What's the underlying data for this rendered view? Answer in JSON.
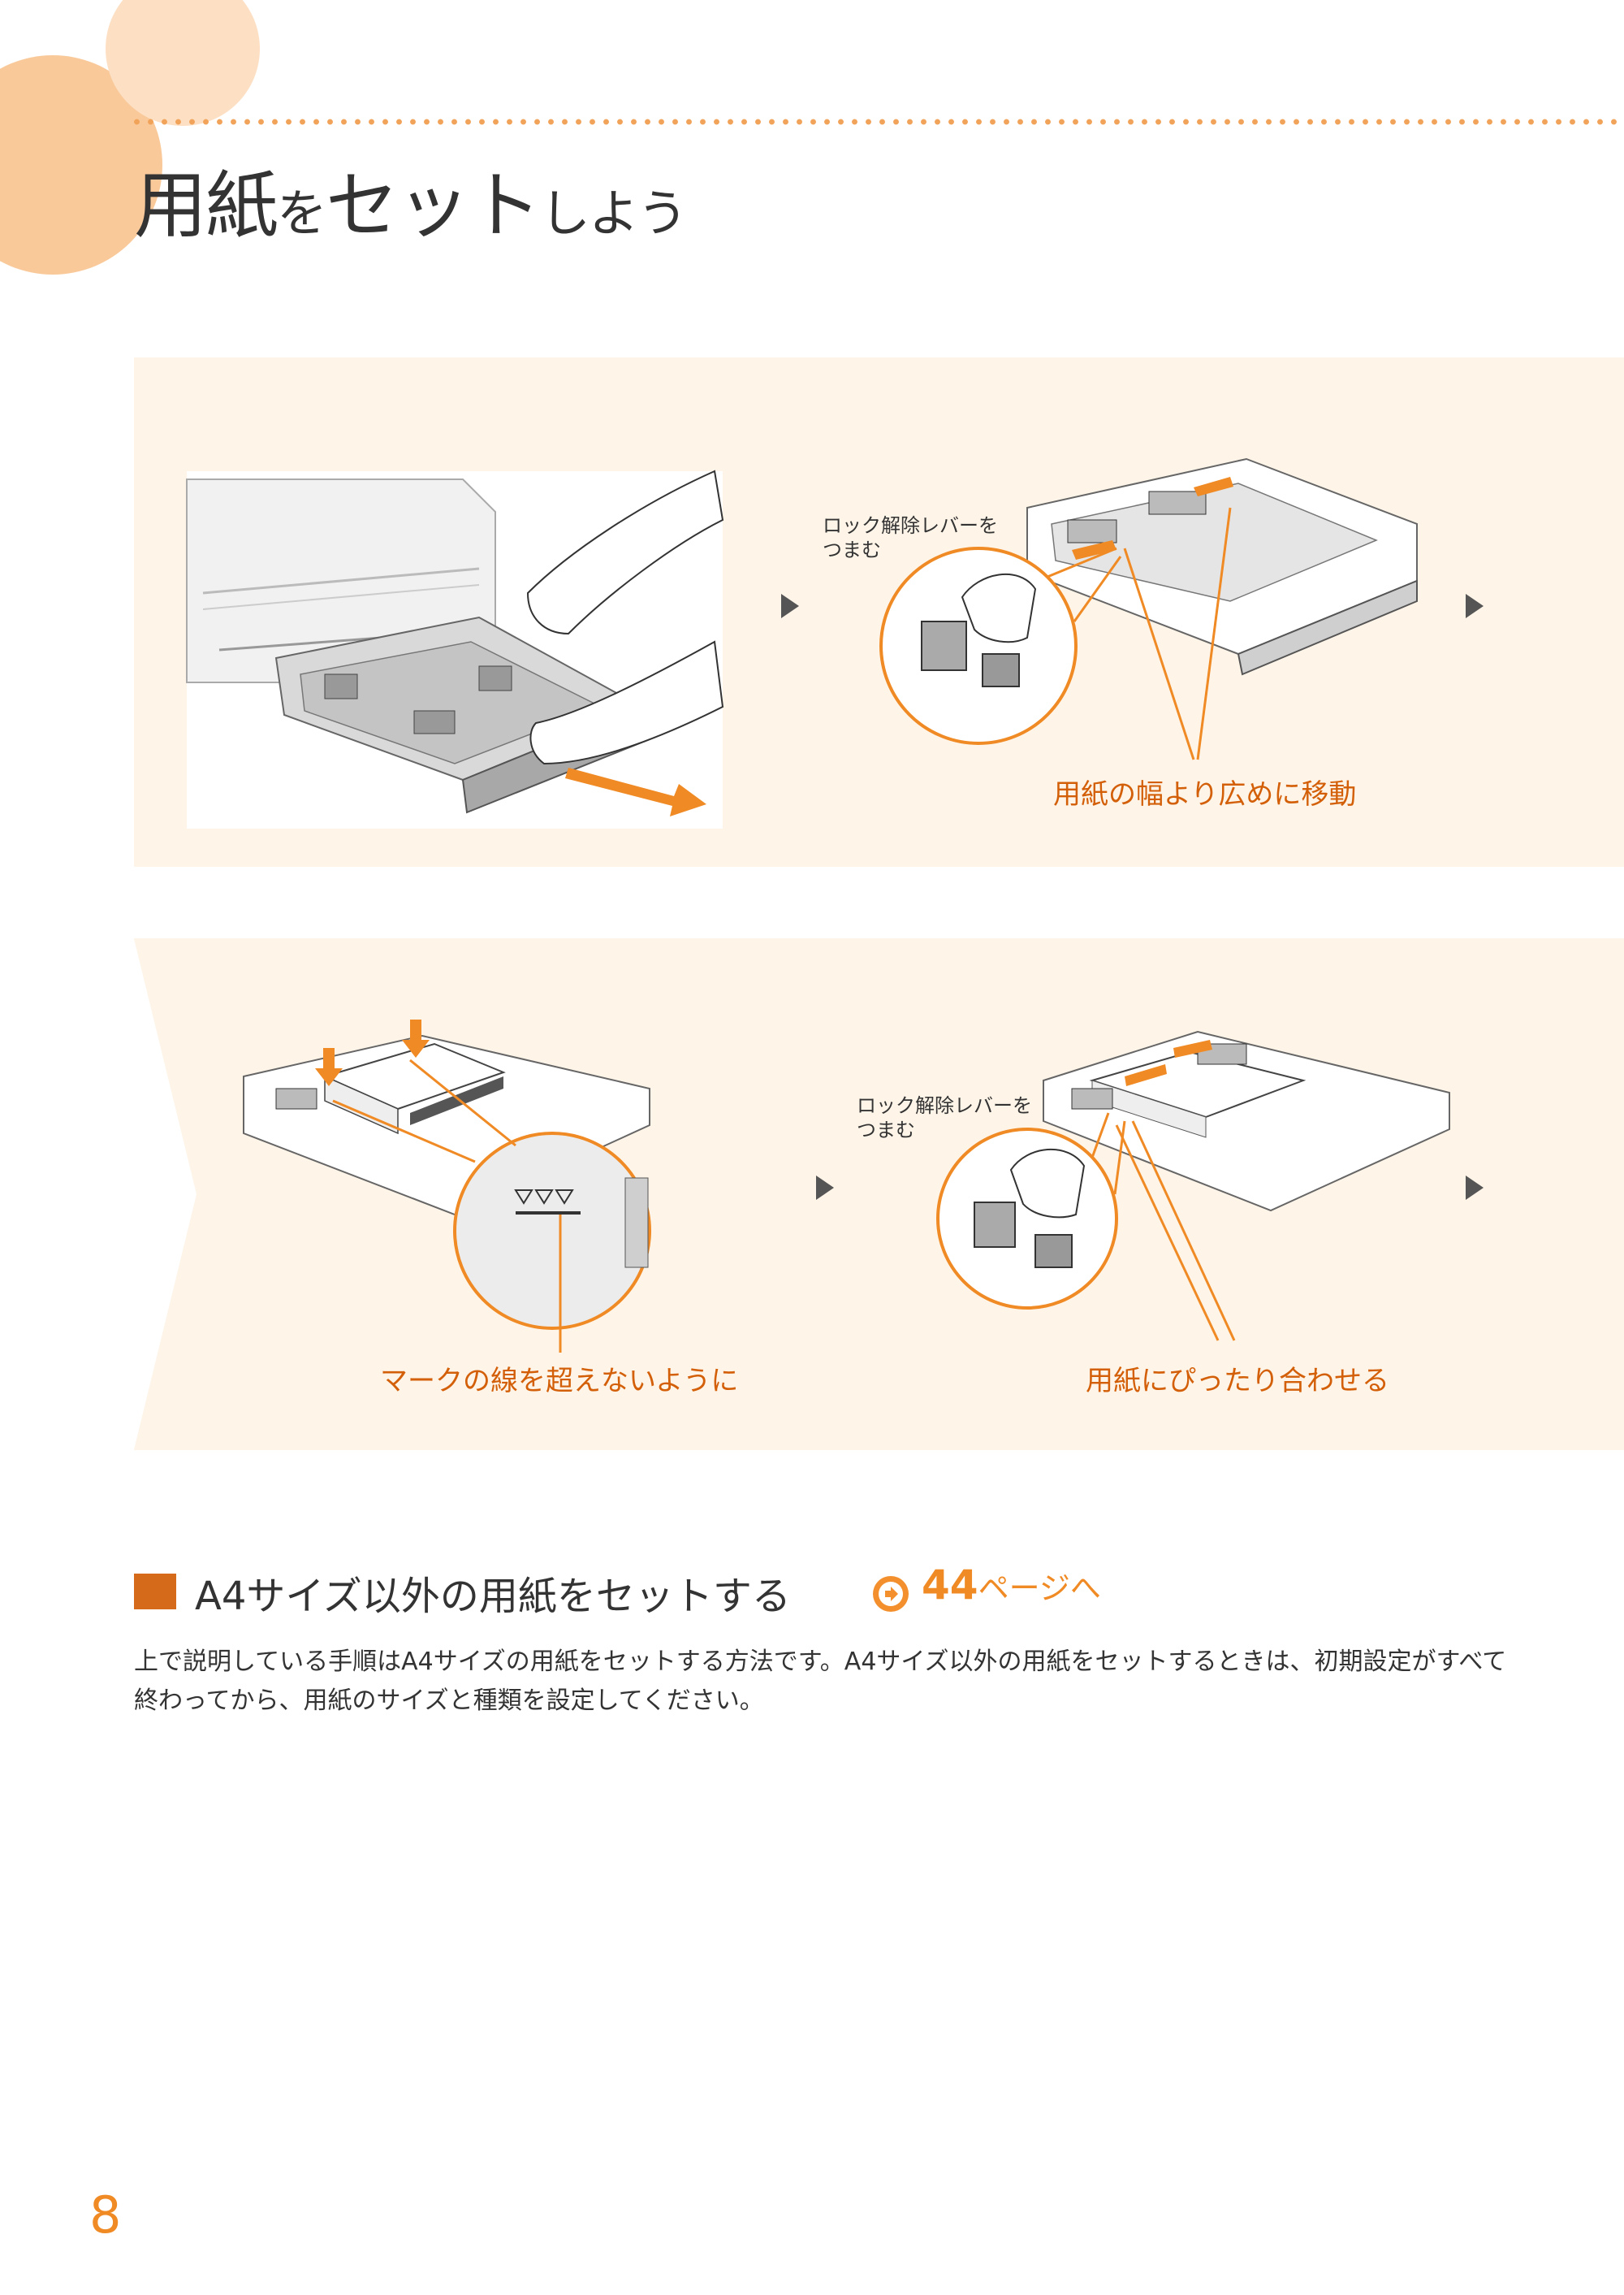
{
  "page": {
    "title_main_1": "用紙",
    "title_small_1": "を",
    "title_main_2": "セット",
    "title_small_2": "しよう",
    "page_number": "8"
  },
  "panel1": {
    "lever_label": "ロック解除レバーを\nつまむ",
    "move_caption": "用紙の幅より広めに移動"
  },
  "panel2": {
    "mark_caption": "マークの線を超えないように",
    "lever_label": "ロック解除レバーを\nつまむ",
    "fit_caption": "用紙にぴったり合わせる"
  },
  "section": {
    "title": "A4サイズ以外の用紙をセットする",
    "ref_page": "44",
    "ref_suffix": "ページへ",
    "body": "上で説明している手順はA4サイズの用紙をセットする方法です。A4サイズ以外の用紙をセットするときは、初期設定がすべて終わってから、用紙のサイズと種類を設定してください。"
  },
  "colors": {
    "accent_orange": "#f08a24",
    "caption_orange": "#d35f08",
    "panel_bg": "#fef4e8",
    "section_square": "#d46a1a"
  }
}
